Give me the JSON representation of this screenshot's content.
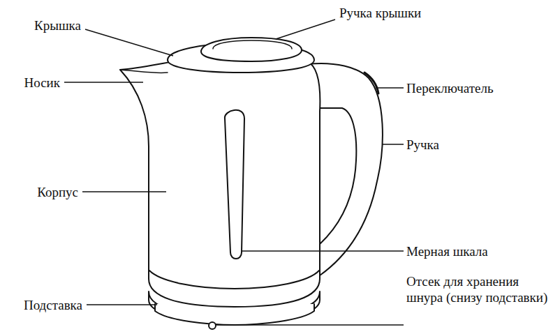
{
  "diagram": {
    "labels": [
      "Крышка",
      "Ручка крышки",
      "Носик",
      "Переключатель",
      "Ручка",
      "Корпус",
      "Мерная шкала",
      "Подставка",
      "Отсек для хранения шнура (снизу подставки)"
    ]
  }
}
